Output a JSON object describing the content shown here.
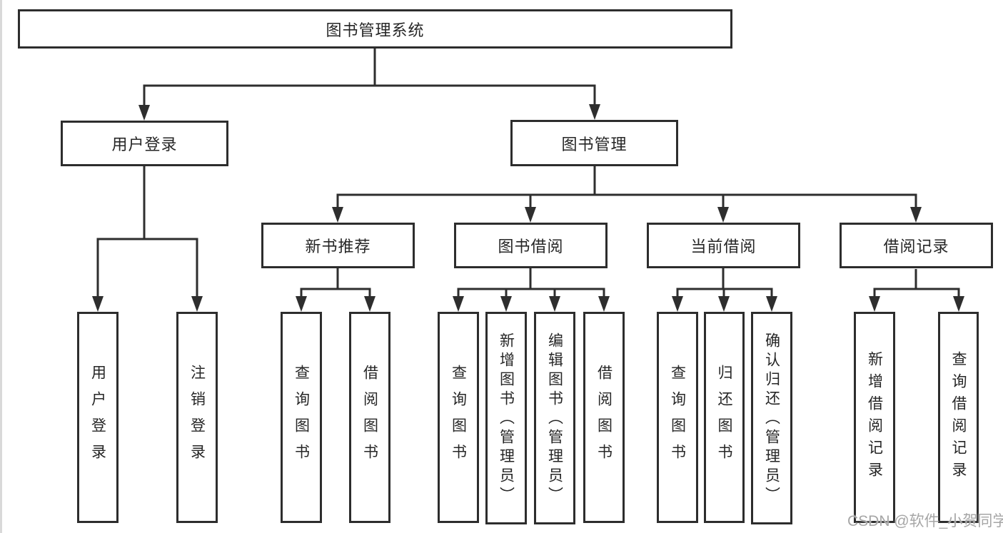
{
  "diagram": {
    "type": "hierarchy-tree",
    "root": {
      "label": "图书管理系统",
      "children": [
        {
          "label": "用户登录",
          "children": [
            {
              "label": "用户登录"
            },
            {
              "label": "注销登录"
            }
          ]
        },
        {
          "label": "图书管理",
          "children": [
            {
              "label": "新书推荐",
              "children": [
                {
                  "label": "查询图书"
                },
                {
                  "label": "借阅图书"
                }
              ]
            },
            {
              "label": "图书借阅",
              "children": [
                {
                  "label": "查询图书"
                },
                {
                  "label": "新增图书（管理员）"
                },
                {
                  "label": "编辑图书（管理员）"
                },
                {
                  "label": "借阅图书"
                }
              ]
            },
            {
              "label": "当前借阅",
              "children": [
                {
                  "label": "查询图书"
                },
                {
                  "label": "归还图书"
                },
                {
                  "label": "确认归还（管理员）"
                }
              ]
            },
            {
              "label": "借阅记录",
              "children": [
                {
                  "label": "新增借阅记录"
                },
                {
                  "label": "查询借阅记录"
                }
              ]
            }
          ]
        }
      ]
    },
    "watermark": "CSDN @软件_小贺同学",
    "colors": {
      "background": "#ffffff",
      "line": "#2e2e2e",
      "box_border": "#2d2d2d",
      "text": "#262626",
      "watermark": "#a6a6a6"
    }
  }
}
